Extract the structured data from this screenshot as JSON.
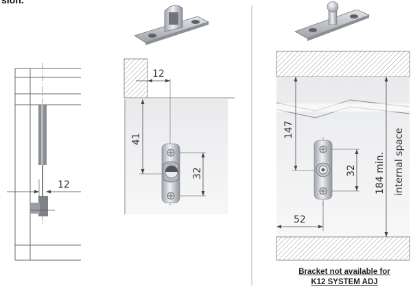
{
  "heading": "sion.",
  "note": {
    "line1": "Bracket not available for",
    "line2": "K12 SYSTEM ADJ"
  },
  "left_view": {
    "dim_gap": "12"
  },
  "middle_view": {
    "dim_offset": "12",
    "dim_height": "41",
    "dim_holes": "32"
  },
  "right_view": {
    "dim_height": "147",
    "dim_holes": "32",
    "dim_offset": "52",
    "dim_min": "184 min.",
    "label_space": "internal space"
  },
  "colors": {
    "line": "#555555",
    "metal": "#c9ccd2",
    "hatch": "#9a9a9a"
  }
}
